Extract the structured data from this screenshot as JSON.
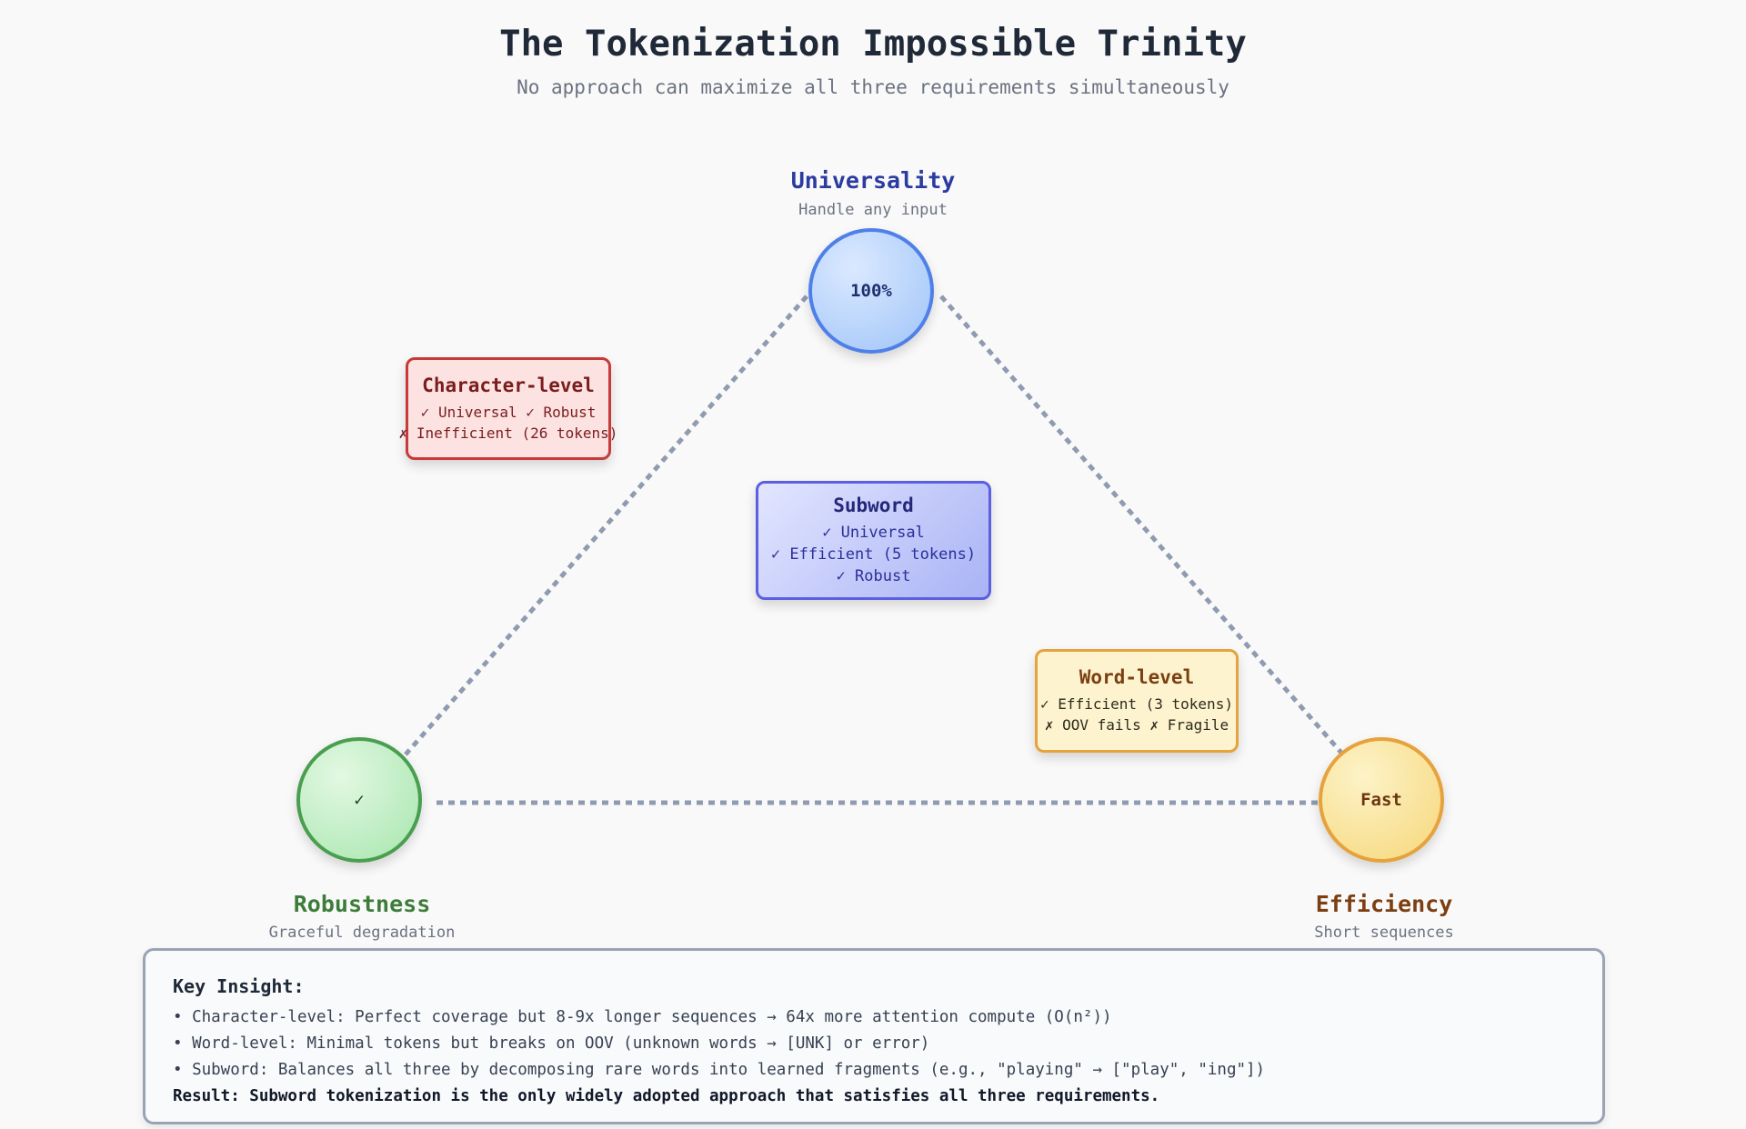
{
  "header": {
    "title": "The Tokenization Impossible Trinity",
    "subtitle": "No approach can maximize all three requirements simultaneously"
  },
  "vertices": {
    "universality": {
      "label": "Universality",
      "sub": "Handle any input",
      "value": "100%",
      "color": "#2b3ba0"
    },
    "robustness": {
      "label": "Robustness",
      "sub": "Graceful degradation",
      "value": "✓",
      "color": "#3d7d3a"
    },
    "efficiency": {
      "label": "Efficiency",
      "sub": "Short sequences",
      "value": "Fast",
      "color": "#7c3f12"
    }
  },
  "approaches": {
    "character": {
      "title": "Character-level",
      "lines": [
        "✓ Universal ✓ Robust",
        "✗ Inefficient (26 tokens)"
      ]
    },
    "subword": {
      "title": "Subword",
      "lines": [
        "✓ Universal",
        "✓ Efficient (5 tokens)",
        "✓ Robust"
      ]
    },
    "word": {
      "title": "Word-level",
      "lines": [
        "✓ Efficient (3 tokens)",
        "✗ OOV fails ✗ Fragile"
      ]
    }
  },
  "insight": {
    "heading": "Key Insight:",
    "bullets": [
      "• Character-level: Perfect coverage but 8-9x longer sequences → 64x more attention compute (O(n²))",
      "• Word-level: Minimal tokens but breaks on OOV (unknown words → [UNK] or error)",
      "• Subword: Balances all three by decomposing rare words into learned fragments (e.g., \"playing\" → [\"play\", \"ing\"])"
    ],
    "result": "Result: Subword tokenization is the only widely adopted approach that satisfies all three requirements."
  }
}
